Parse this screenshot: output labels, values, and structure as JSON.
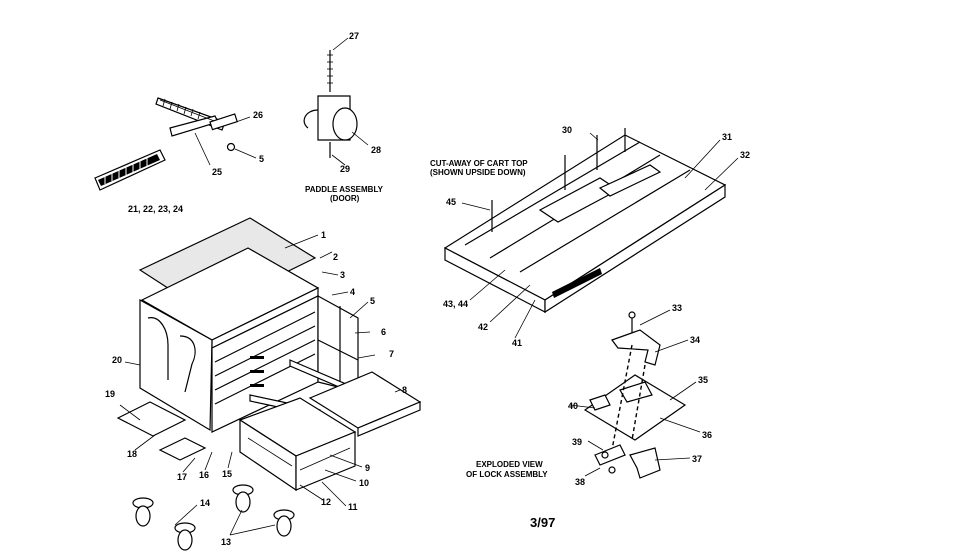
{
  "diagram": {
    "date_code": "3/97",
    "captions": {
      "paddle_line1": "PADDLE ASSEMBLY",
      "paddle_line2": "(DOOR)",
      "cutaway_line1": "CUT-AWAY OF CART TOP",
      "cutaway_line2": "(SHOWN UPSIDE DOWN)",
      "lock_line1": "EXPLODED VIEW",
      "lock_line2": "OF LOCK ASSEMBLY"
    },
    "part_labels": [
      "1",
      "2",
      "3",
      "4",
      "5",
      "6",
      "7",
      "8",
      "9",
      "10",
      "11",
      "12",
      "13",
      "14",
      "15",
      "16",
      "17",
      "18",
      "19",
      "20",
      "21, 22, 23, 24",
      "25",
      "26",
      "5",
      "27",
      "28",
      "29",
      "30",
      "31",
      "32",
      "45",
      "43, 44",
      "42",
      "41",
      "33",
      "34",
      "35",
      "36",
      "37",
      "38",
      "39",
      "40"
    ]
  }
}
